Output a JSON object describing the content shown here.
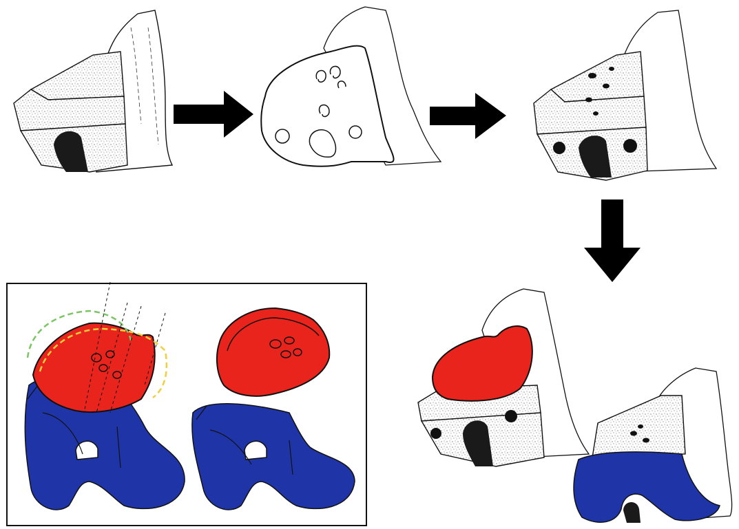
{
  "figure": {
    "colors": {
      "ink": "#111111",
      "bone_fill": "#ffffff",
      "cut_speckle": "#e9e9e9",
      "femoral_component": "#e8241d",
      "tibial_component": "#1f35a7",
      "green_outline": "#7cc564",
      "yellow_outline": "#f0cf3b",
      "arrow": "#000000"
    },
    "panels": [
      {
        "name": "resected-femur-with-box-cut"
      },
      {
        "name": "femur-template-with-peg-holes"
      },
      {
        "name": "femur-drilled-peg-holes"
      },
      {
        "name": "femoral-trial-implant-red"
      },
      {
        "name": "tibial-resection-blue"
      },
      {
        "name": "inset-component-comparison"
      }
    ],
    "arrows": [
      {
        "direction": "right"
      },
      {
        "direction": "right"
      },
      {
        "direction": "down"
      }
    ]
  }
}
